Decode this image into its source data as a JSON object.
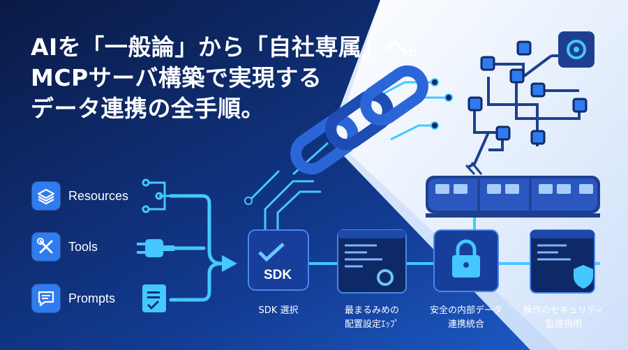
{
  "headline": {
    "line1": "AIを「一般論」から「自社専属」へ。",
    "line2": "MCPサーバ構築で実現する",
    "line3": "データ連携の全手順。"
  },
  "features": [
    {
      "label": "Resources",
      "icon": "stack-layers-icon"
    },
    {
      "label": "Tools",
      "icon": "wrench-screwdriver-icon"
    },
    {
      "label": "Prompts",
      "icon": "chat-bubble-icon"
    }
  ],
  "steps": [
    {
      "badge": "SDK",
      "line1": "SDK 選択",
      "line2": "",
      "icon": "sdk-check-icon"
    },
    {
      "line1": "最まるみめの",
      "line2": "配置設定ｴｯﾌﾟ",
      "icon": "code-gear-icon"
    },
    {
      "line1": "安全の内部データ",
      "line2": "連携統合",
      "icon": "padlock-icon"
    },
    {
      "line1": "操作のセキュリティ",
      "line2": "監理視明",
      "icon": "shield-monitor-icon"
    }
  ],
  "colors": {
    "background": "#0d1f4d",
    "accent": "#2f7bf0",
    "cyan_line": "#45c8ff",
    "panel": "#0e2a66",
    "light_area": "#dde9fb"
  }
}
